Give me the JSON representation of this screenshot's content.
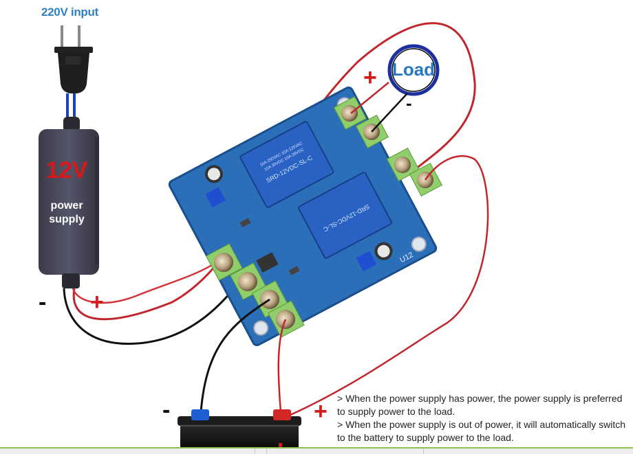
{
  "diagram": {
    "title": "Power supply / battery automatic switching module wiring",
    "input_label": "220V input",
    "power_supply": {
      "voltage_label": "12V",
      "name_label": "power supply",
      "terminal_minus": "-",
      "terminal_plus": "+"
    },
    "load": {
      "label": "Load",
      "terminal_plus": "+",
      "terminal_minus": "-"
    },
    "battery": {
      "terminal_minus": "-",
      "terminal_plus": "+"
    },
    "module": {
      "relay_model": "SRD-12VDC-SL-C",
      "relay_rating_1": "10A 250VAC 10A 125VAC",
      "relay_rating_2": "10A 30VDC 10A 28VDC",
      "board_marking": "U12"
    },
    "notes": [
      "> When the power supply has power, the power supply is preferred to supply power to the load.",
      "> When the power supply is out of power, it will automatically switch to the battery to supply power to the load."
    ],
    "colors": {
      "wire_positive": "#c0262b",
      "wire_negative": "#111111",
      "wire_ac": "#1d3fb8",
      "pcb": "#2a6fb8",
      "terminal_block": "#8fce6a",
      "relay": "#2a62c4",
      "accent_text": "#2f7fc4",
      "status_line": "#8cc152"
    }
  }
}
